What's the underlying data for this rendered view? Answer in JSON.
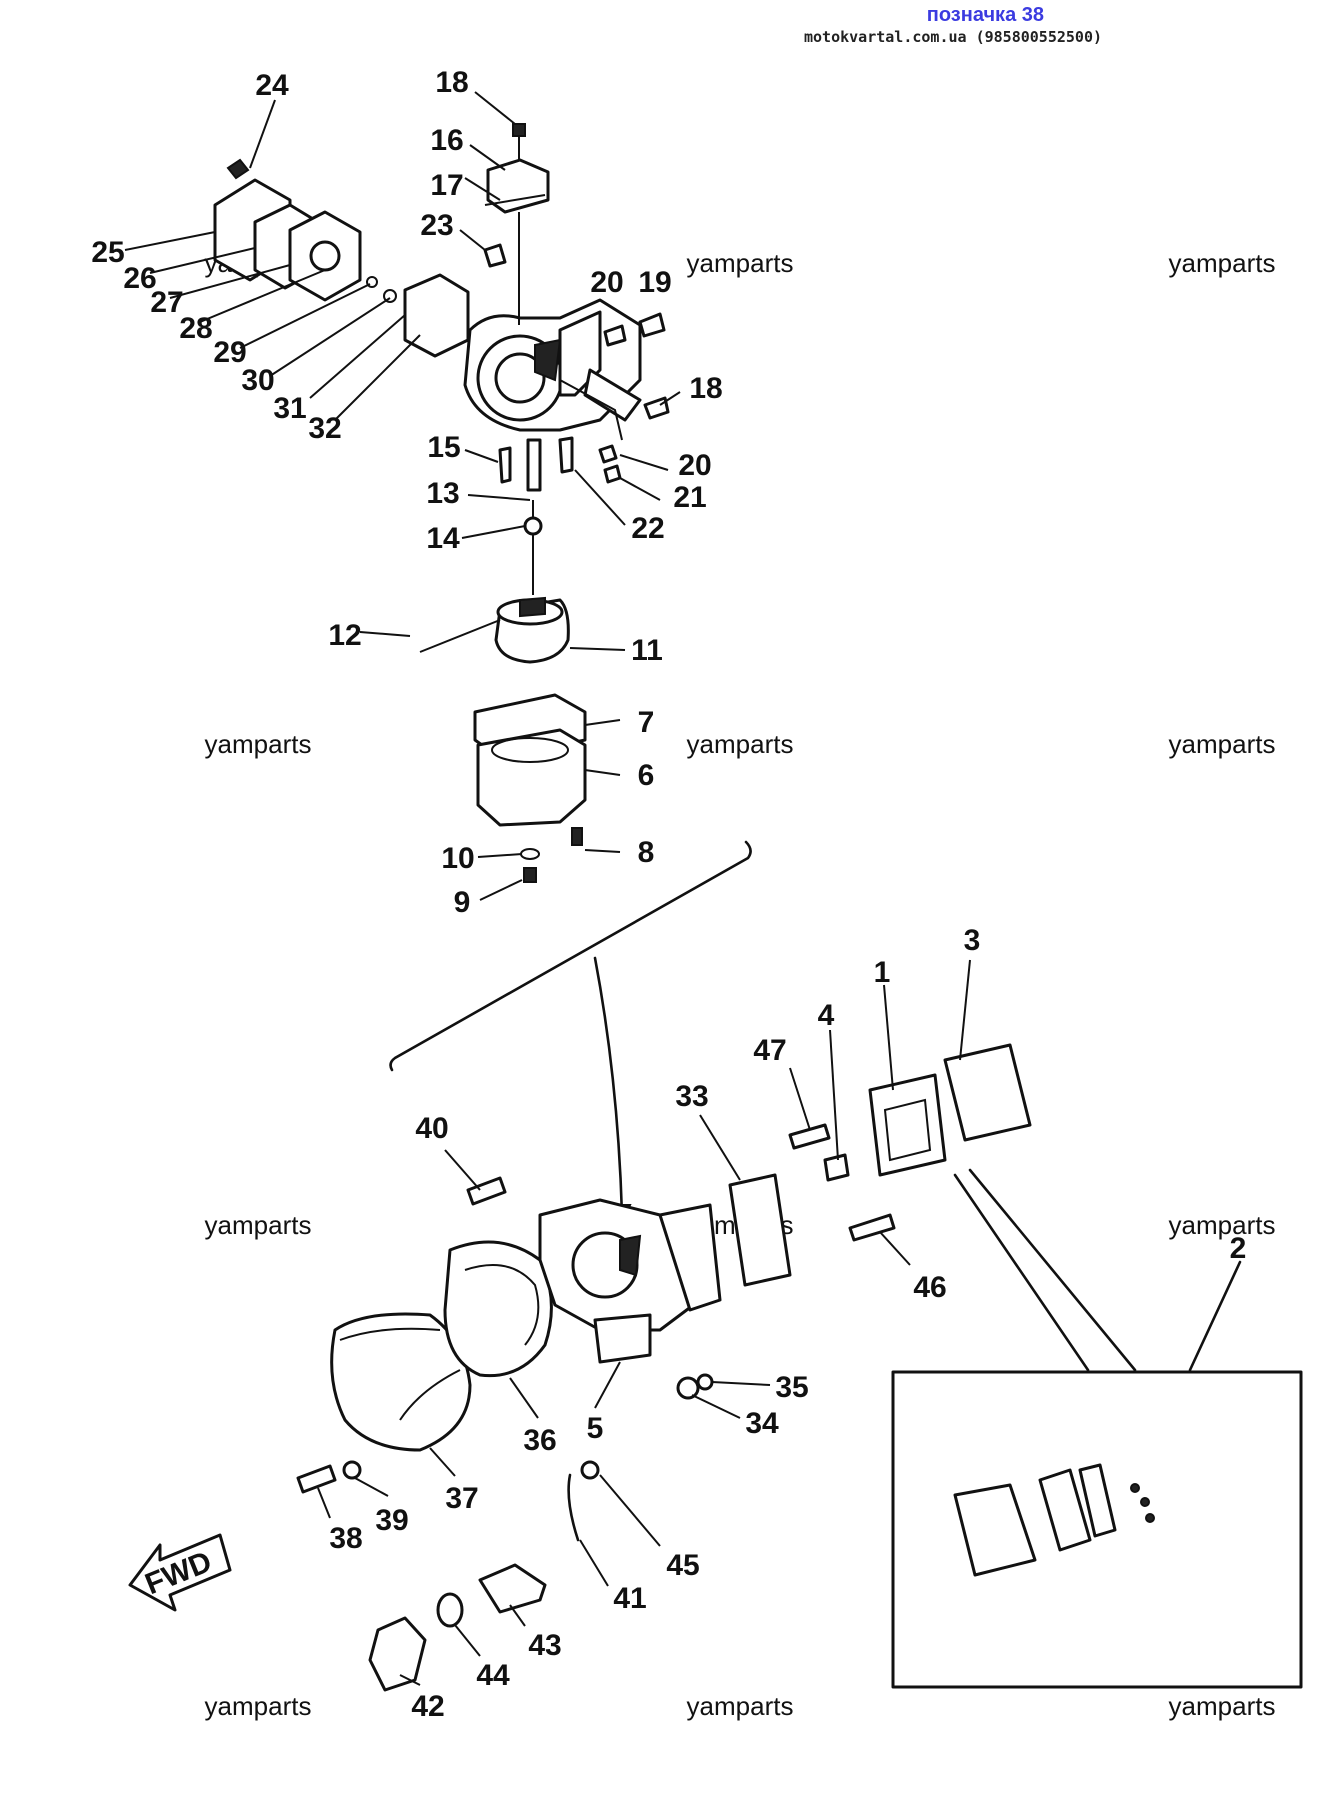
{
  "header": {
    "title": "позначка 38",
    "site": "motokvartal.com.ua (985800552500)"
  },
  "watermark": "yamparts",
  "fwd_label": "FWD",
  "labels": {
    "p1": "1",
    "p2": "2",
    "p3": "3",
    "p4": "4",
    "p5": "5",
    "p6": "6",
    "p7": "7",
    "p8": "8",
    "p9": "9",
    "p10": "10",
    "p11": "11",
    "p12": "12",
    "p13": "13",
    "p14": "14",
    "p15": "15",
    "p16": "16",
    "p17": "17",
    "p18a": "18",
    "p18b": "18",
    "p19": "19",
    "p20a": "20",
    "p20b": "20",
    "p21": "21",
    "p22": "22",
    "p23": "23",
    "p24": "24",
    "p25": "25",
    "p26": "26",
    "p27": "27",
    "p28": "28",
    "p29": "29",
    "p30": "30",
    "p31": "31",
    "p32": "32",
    "p33": "33",
    "p34": "34",
    "p35": "35",
    "p36": "36",
    "p37": "37",
    "p38": "38",
    "p39": "39",
    "p40": "40",
    "p41": "41",
    "p42": "42",
    "p43": "43",
    "p44": "44",
    "p45": "45",
    "p46": "46",
    "p47": "47"
  }
}
